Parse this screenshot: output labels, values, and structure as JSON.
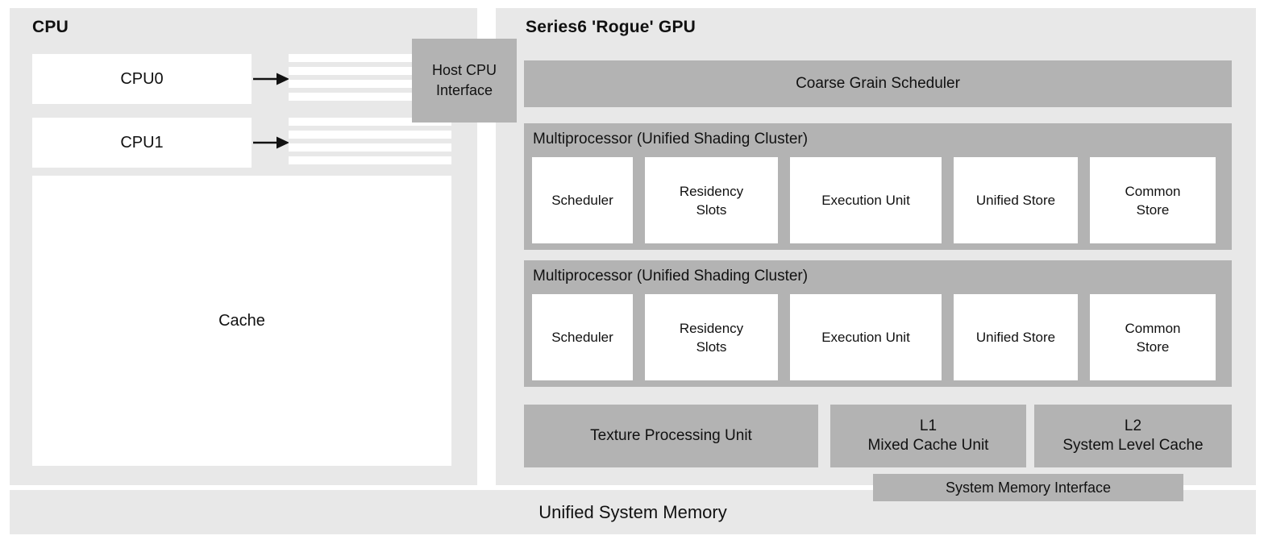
{
  "colors": {
    "panel_light_gray": "#e8e8e8",
    "block_medium_gray": "#b3b3b3",
    "box_white": "#ffffff",
    "text": "#111111"
  },
  "cpu": {
    "title": "CPU",
    "cores": [
      {
        "label": "CPU0"
      },
      {
        "label": "CPU1"
      }
    ],
    "cache_label": "Cache",
    "host_interface_label": "Host CPU\nInterface"
  },
  "gpu": {
    "title": "Series6 'Rogue' GPU",
    "coarse_grain_scheduler_label": "Coarse Grain Scheduler",
    "multiprocessors": [
      {
        "header": "Multiprocessor (Unified Shading Cluster)",
        "units": [
          "Scheduler",
          "Residency\nSlots",
          "Execution Unit",
          "Unified Store",
          "Common\nStore"
        ]
      },
      {
        "header": "Multiprocessor (Unified Shading Cluster)",
        "units": [
          "Scheduler",
          "Residency\nSlots",
          "Execution Unit",
          "Unified Store",
          "Common\nStore"
        ]
      }
    ],
    "texture_processing_unit_label": "Texture Processing Unit",
    "l1_label": "L1\nMixed Cache Unit",
    "l2_label": "L2\nSystem Level Cache",
    "system_memory_interface_label": "System Memory Interface"
  },
  "memory": {
    "label": "Unified System Memory"
  }
}
